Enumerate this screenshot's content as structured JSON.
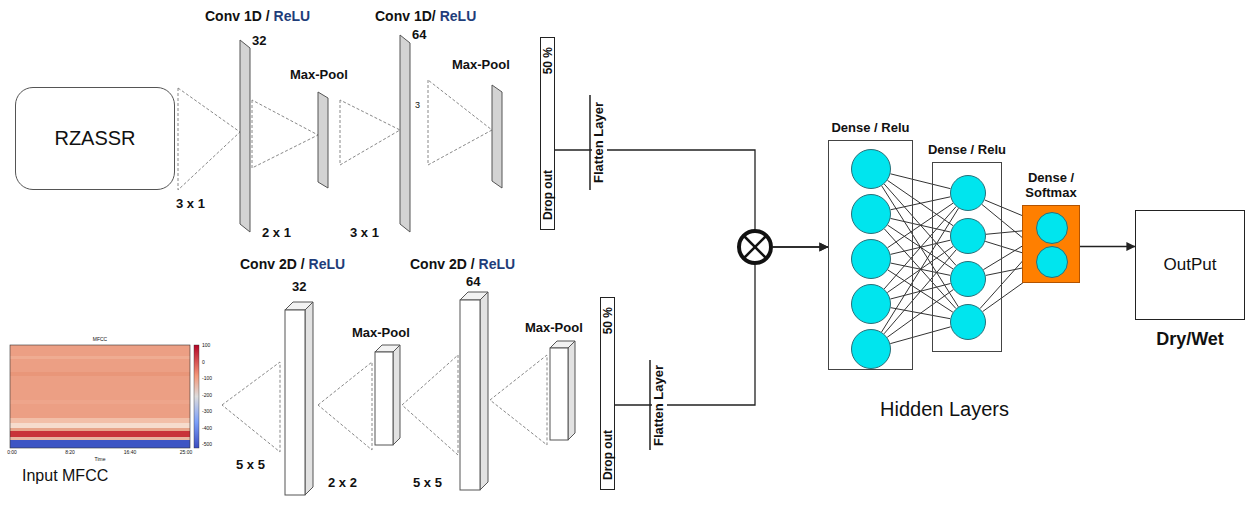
{
  "diagram": {
    "nodes": [
      {
        "text": [
          "RZASSR"
        ]
      },
      {
        "text": [
          "Drop out",
          "50 %"
        ]
      },
      {
        "text": [
          "Drop out",
          "50 %"
        ]
      },
      {
        "text": [
          "Dense / Relu"
        ]
      },
      {
        "text": [
          "Dense / Relu"
        ]
      },
      {
        "text": [
          "Dense / Softmax"
        ]
      },
      {
        "text": [
          "OutPut",
          "Dry/Wet"
        ]
      }
    ],
    "edges": [
      {
        "from": 1,
        "to": 3,
        "arrow": "to"
      },
      {
        "from": 2,
        "to": 3,
        "arrow": "to"
      },
      {
        "from": 3,
        "to": 4,
        "arrow": "none"
      },
      {
        "from": 4,
        "to": 5,
        "arrow": "none"
      },
      {
        "from": 5,
        "to": 6,
        "arrow": "to"
      }
    ],
    "labels": [
      "Conv 1D /",
      "ReLU",
      "32",
      "Max-Pool",
      "Conv 1D/",
      "ReLU",
      "64",
      "Max-Pool",
      "3",
      "3 x 1",
      "2 x 1",
      "3 x 1",
      "Flatten Layer",
      "Conv 2D /",
      "ReLU",
      "32",
      "Max-Pool",
      "Conv 2D /",
      "ReLU",
      "64",
      "Max-Pool",
      "5 x 5",
      "2 x 2",
      "5 x 5",
      "Flatten Layer",
      "Input MFCC",
      "MFCC",
      "Time",
      "0:00",
      "8:20",
      "16:40",
      "25:00",
      "100",
      "0",
      "-100",
      "-200",
      "-300",
      "-400",
      "-500",
      "Hidden Layers"
    ]
  }
}
